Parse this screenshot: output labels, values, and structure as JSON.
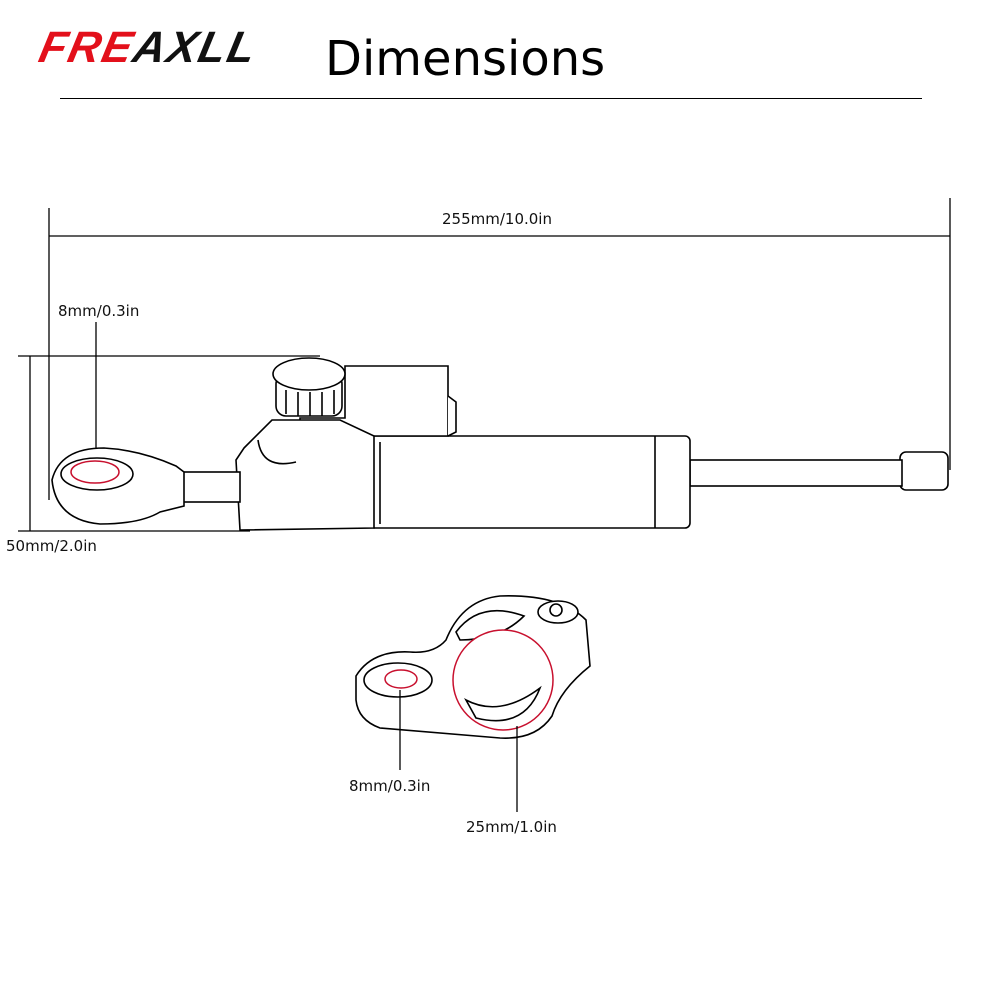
{
  "header": {
    "brand_part1": "FRE",
    "brand_part2": "AXLL",
    "title": "Dimensions"
  },
  "damper": {
    "length_label": "255mm/10.0in",
    "eye_label": "8mm/0.3in",
    "height_label": "50mm/2.0in"
  },
  "clamp": {
    "hole_label": "8mm/0.3in",
    "bore_label": "25mm/1.0in"
  },
  "colors": {
    "brand_red": "#e3101b",
    "highlight_red": "#c8102e",
    "line": "#000000"
  }
}
